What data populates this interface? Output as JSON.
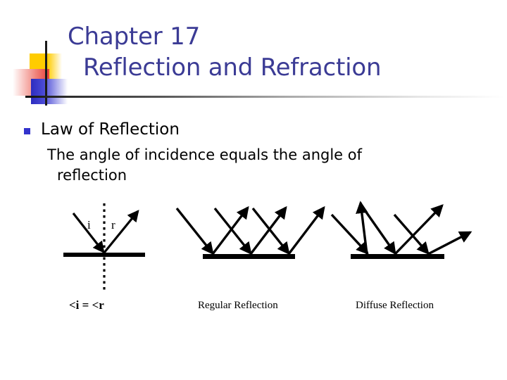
{
  "slide": {
    "background_color": "#FFFFFF",
    "title": {
      "line1": "Chapter 17",
      "line2": "Reflection and Refraction",
      "color": "#3B3B95"
    },
    "decor": {
      "yellow": "#FFCC00",
      "red": "#E8403A",
      "blue": "#2C2CC0",
      "rule": "#111111"
    }
  },
  "body": {
    "bullet_color": "#3333CC",
    "bullet_label": "Law of Reflection",
    "sub_line1": "The angle of incidence equals the angle of",
    "sub_line2": "reflection"
  },
  "diagrams": {
    "law_of_reflection": {
      "caption": "<i = <r",
      "incident_label": "i",
      "reflected_label": "r",
      "normal_style": "dotted",
      "surface_color": "#000000",
      "ray_color": "#000000"
    },
    "regular_reflection": {
      "caption": "Regular Reflection",
      "incident_ray_count": 3,
      "reflected_ray_count": 3,
      "surface_color": "#000000",
      "ray_color": "#000000"
    },
    "diffuse_reflection": {
      "caption": "Diffuse Reflection",
      "incident_ray_count": 3,
      "reflected_ray_count": 3,
      "surface_color": "#000000",
      "ray_color": "#000000"
    }
  }
}
